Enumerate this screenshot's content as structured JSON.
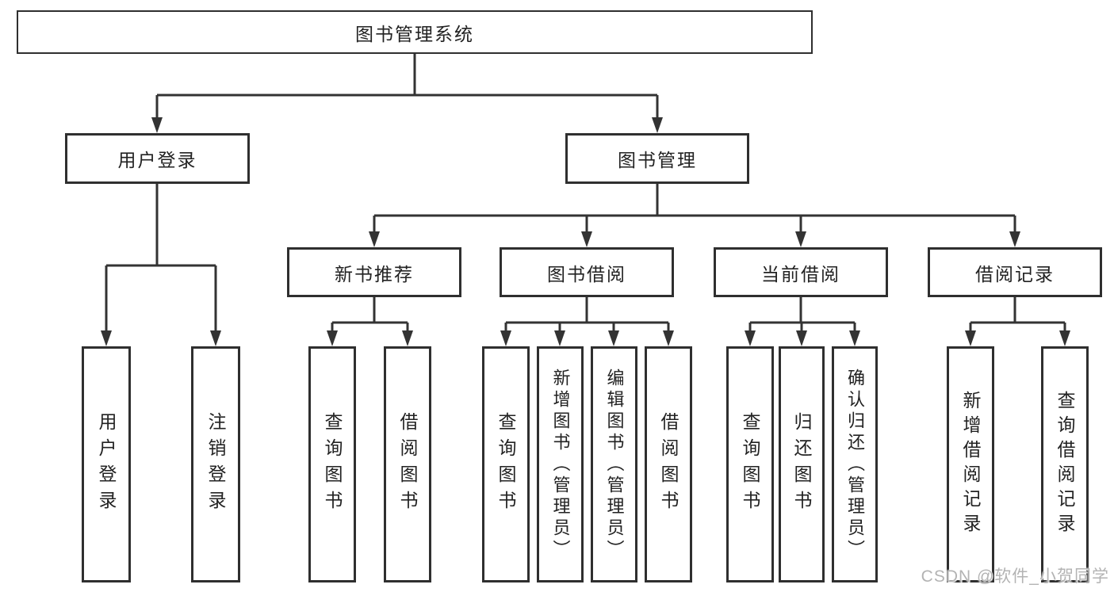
{
  "diagram": {
    "title": "图书管理系统",
    "level2": [
      "用户登录",
      "图书管理"
    ],
    "level3": [
      "新书推荐",
      "图书借阅",
      "当前借阅",
      "借阅记录"
    ],
    "leaves": {
      "user_login": [
        "用户登录",
        "注销登录"
      ],
      "new_book": [
        "查询图书",
        "借阅图书"
      ],
      "borrow": [
        "查询图书",
        "新增图书（管理员）",
        "编辑图书（管理员）",
        "借阅图书"
      ],
      "current": [
        "查询图书",
        "归还图书",
        "确认归还（管理员）"
      ],
      "records": [
        "新增借阅记录",
        "查询借阅记录"
      ]
    }
  },
  "watermark": "CSDN @软件_小贺同学",
  "colors": {
    "line": "#333333",
    "box_border": "#2f2f2f",
    "text": "#222222",
    "watermark": "#b3b3b3",
    "background": "#ffffff"
  }
}
